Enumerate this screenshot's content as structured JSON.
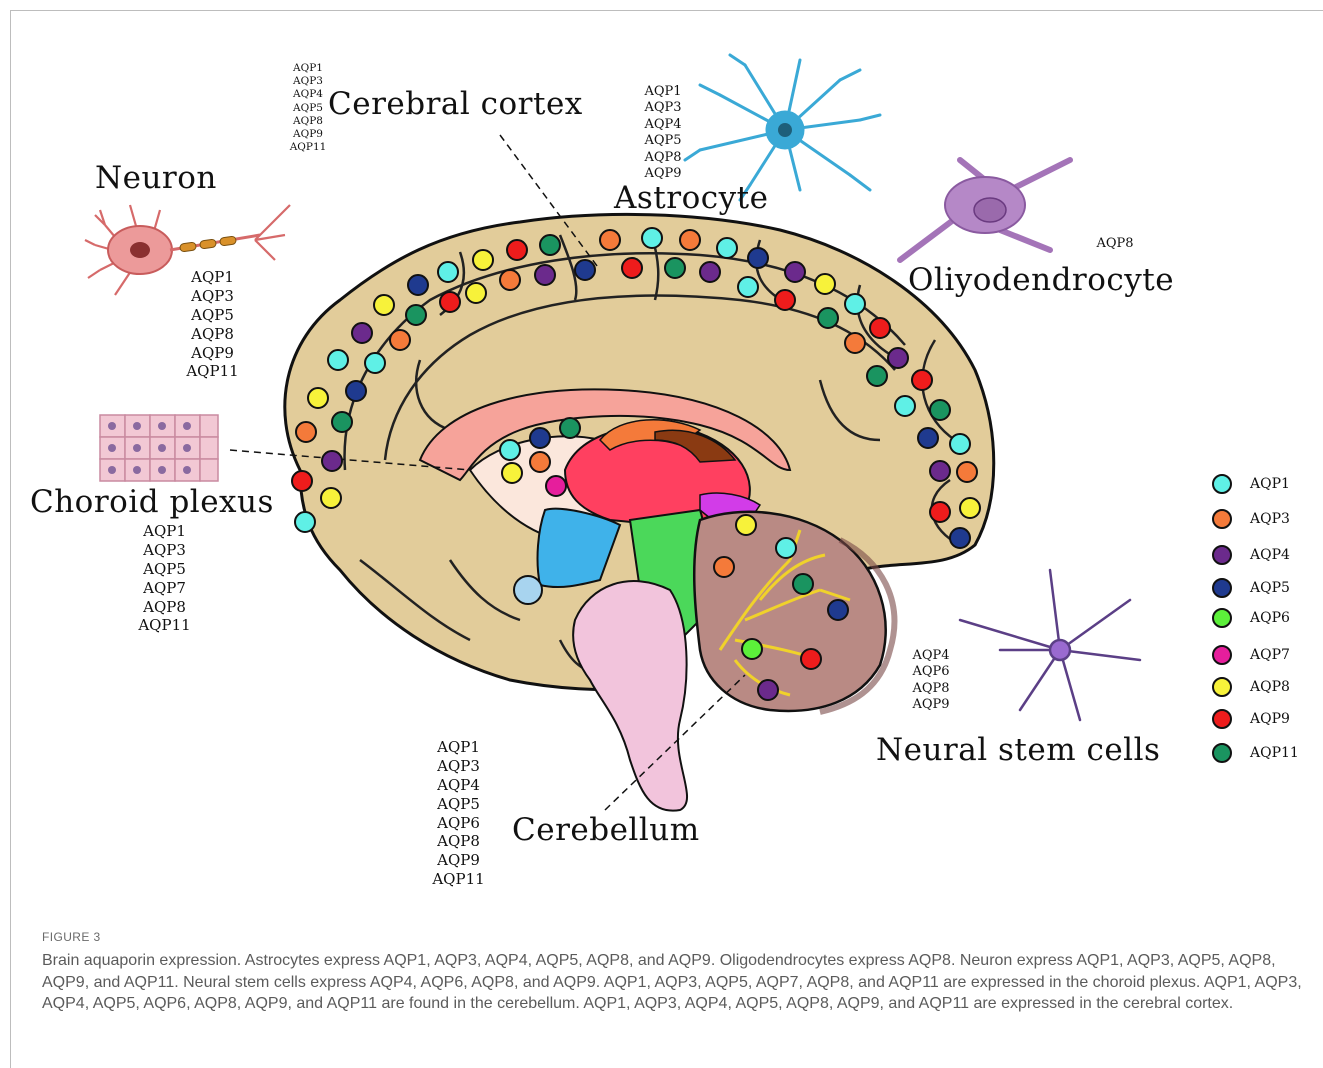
{
  "labels": {
    "cerebral_cortex": "Cerebral cortex",
    "neuron": "Neuron",
    "astrocyte": "Astrocyte",
    "oligodendrocyte": "Oliyodendrocyte",
    "choroid_plexus": "Choroid plexus",
    "cerebellum": "Cerebellum",
    "neural_stem_cells": "Neural stem cells"
  },
  "lists": {
    "cortex": [
      "AQP1",
      "AQP3",
      "AQP4",
      "AQP5",
      "AQP8",
      "AQP9",
      "AQP11"
    ],
    "astrocyte": [
      "AQP1",
      "AQP3",
      "AQP4",
      "AQP5",
      "AQP8",
      "AQP9"
    ],
    "oligodendrocyte": [
      "AQP8"
    ],
    "neuron": [
      "AQP1",
      "AQP3",
      "AQP5",
      "AQP8",
      "AQP9",
      "AQP11"
    ],
    "choroid": [
      "AQP1",
      "AQP3",
      "AQP5",
      "AQP7",
      "AQP8",
      "AQP11"
    ],
    "stem": [
      "AQP4",
      "AQP6",
      "AQP8",
      "AQP9"
    ],
    "cerebellum": [
      "AQP1",
      "AQP3",
      "AQP4",
      "AQP5",
      "AQP6",
      "AQP8",
      "AQP9",
      "AQP11"
    ]
  },
  "legend": [
    {
      "label": "AQP1",
      "color": "#5ff0e6"
    },
    {
      "label": "AQP3",
      "color": "#f47a3a"
    },
    {
      "label": "AQP4",
      "color": "#6b2a8c"
    },
    {
      "label": "AQP5",
      "color": "#1f3a8f"
    },
    {
      "label": "AQP6",
      "color": "#5cf03a"
    },
    {
      "label": "AQP7",
      "color": "#e61e9c"
    },
    {
      "label": "AQP8",
      "color": "#f7f23a"
    },
    {
      "label": "AQP9",
      "color": "#ee1c1c"
    },
    {
      "label": "AQP11",
      "color": "#1a9460"
    }
  ],
  "colors": {
    "brain_fill": "#e2cc9a",
    "corpus_callosum": "#f6a39a",
    "thalamus": "#ff4060",
    "brainstem": "#f2c4dc",
    "cerebellum": "#b98a84",
    "blue_region": "#3fb2ea",
    "green_region": "#4bd85a",
    "astrocyte_cell": "#3aa9d6",
    "oligodendrocyte_cell": "#a474b8",
    "neuron_cell": "#e68a8a",
    "stem_cell": "#5b3f86"
  },
  "icons": {
    "neuron": "neuron-icon",
    "astrocyte": "astrocyte-icon",
    "oligodendrocyte": "oligodendrocyte-icon",
    "choroid": "choroid-plexus-icon",
    "stem": "neural-stem-cell-icon"
  },
  "caption": {
    "label": "FIGURE 3",
    "text": "Brain aquaporin expression. Astrocytes express AQP1, AQP3, AQP4, AQP5, AQP8, and AQP9. Oligodendrocytes express AQP8. Neuron express AQP1, AQP3, AQP5, AQP8, AQP9, and AQP11. Neural stem cells express AQP4, AQP6, AQP8, and AQP9. AQP1, AQP3, AQP5, AQP7, AQP8, and AQP11 are expressed in the choroid plexus. AQP1, AQP3, AQP4, AQP5, AQP6, AQP8, AQP9, and AQP11 are found in the cerebellum. AQP1, AQP3, AQP4, AQP5, AQP8, AQP9, and AQP11 are expressed in the cerebral cortex."
  }
}
